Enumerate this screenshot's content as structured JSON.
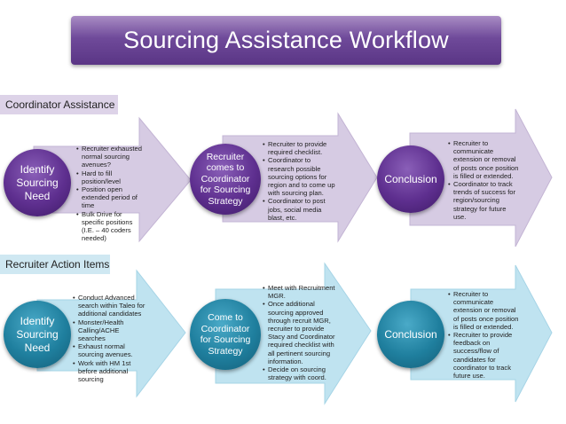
{
  "title": "Sourcing Assistance Workflow",
  "colors": {
    "purple_dark": "#5e2f8f",
    "purple_arrow": "#d6cbe3",
    "blue_dark": "#1f7f9e",
    "blue_arrow": "#bfe3f0"
  },
  "sections": {
    "coordinator": {
      "label": "Coordinator Assistance",
      "steps": [
        {
          "circle": "Identify Sourcing Need",
          "bullets": [
            "Recruiter exhausted normal sourcing avenues?",
            "Hard to fill position/level",
            "Position open extended period of time",
            "Bulk Drive for specific positions (I.E. – 40 coders needed)"
          ]
        },
        {
          "circle": "Recruiter comes to Coordinator for Sourcing Strategy",
          "bullets": [
            "Recruiter to provide required checklist.",
            "Coordinator to research possible sourcing options for region and to come up with sourcing plan.",
            "Coordinator to post jobs, social media blast, etc."
          ]
        },
        {
          "circle": "Conclusion",
          "bullets": [
            "Recruiter to communicate extension or removal of posts once position is filled or extended.",
            "Coordinator to track trends of success for region/sourcing strategy for future use."
          ]
        }
      ]
    },
    "recruiter": {
      "label": "Recruiter Action Items",
      "steps": [
        {
          "circle": "Identify Sourcing Need",
          "bullets": [
            "Conduct Advanced search within Taleo for additional candidates",
            "Monster/Health Calling/ACHE searches",
            "Exhaust normal sourcing avenues.",
            "Work with HM 1st before additional sourcing"
          ]
        },
        {
          "circle": "Come to Coordinator for Sourcing Strategy",
          "bullets": [
            "Meet with Recruitment MGR.",
            "Once additional sourcing approved through recruit MGR, recruiter to provide Stacy and Coordinator required checklist with all pertinent sourcing information.",
            "Decide on sourcing strategy with coord."
          ]
        },
        {
          "circle": "Conclusion",
          "bullets": [
            "Recruiter to communicate extension or removal of posts once position is filled or extended.",
            "Recruiter to provide feedback on success/flow of candidates for coordinator to track future use."
          ]
        }
      ]
    }
  }
}
